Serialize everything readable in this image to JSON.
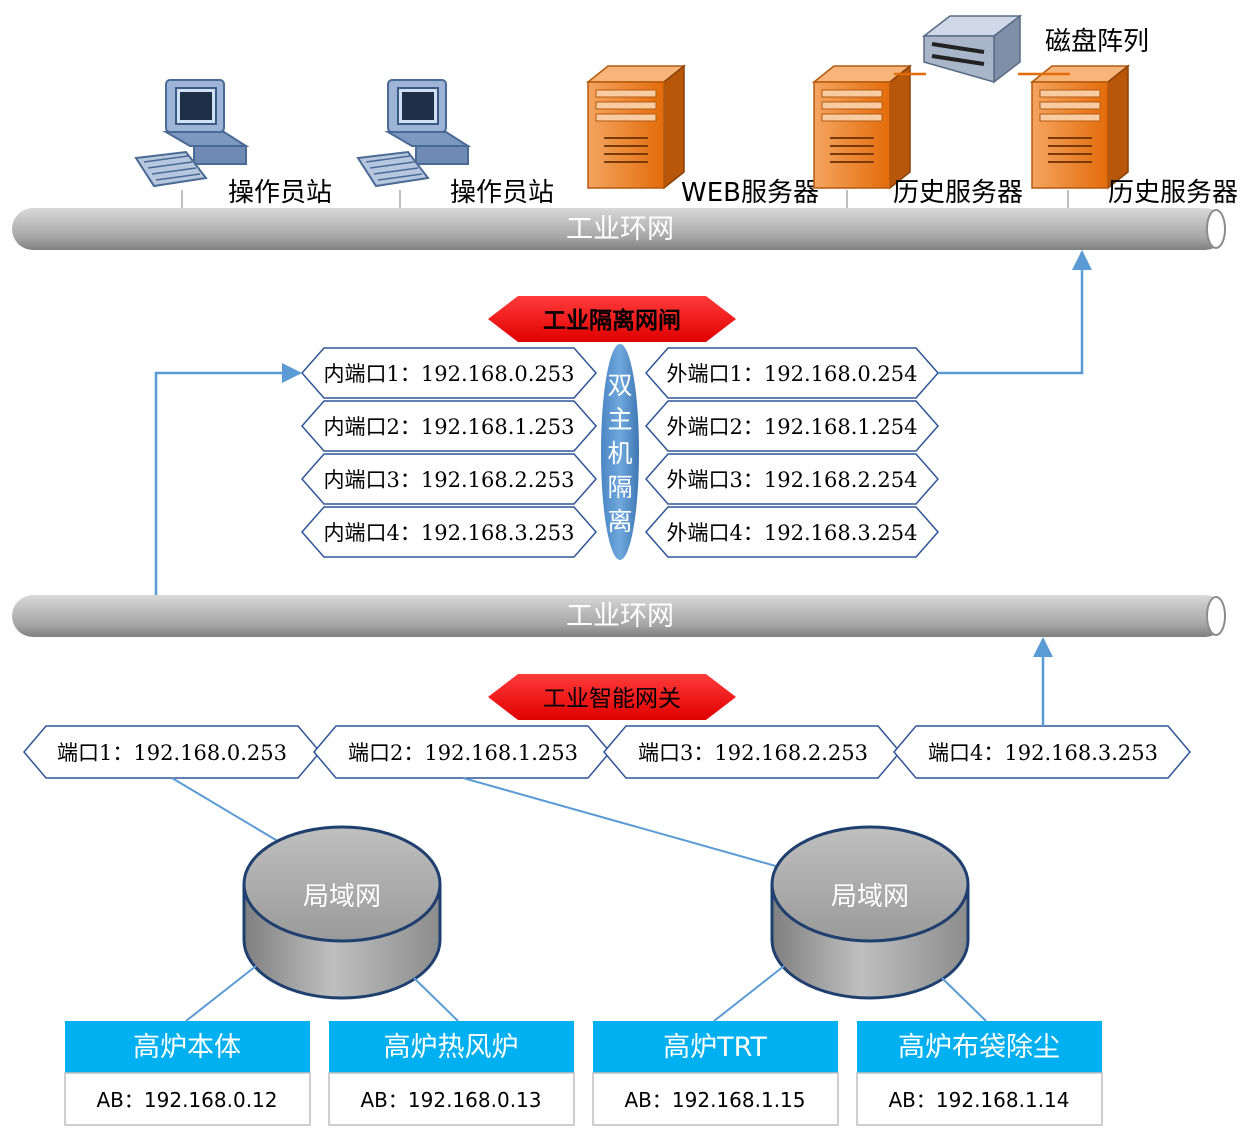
{
  "top_devices": {
    "station_1": "操作员站",
    "station_2": "操作员站",
    "web_server": "WEB服务器",
    "history_server_1": "历史服务器",
    "history_server_2": "历史服务器",
    "disk_array": "磁盘阵列"
  },
  "ring_top": "工业环网",
  "gateway_isolation": {
    "title": "工业隔离网闸",
    "dual_host": [
      "双",
      "主",
      "机",
      "隔",
      "离"
    ],
    "inner_ports": [
      "内端口1：192.168.0.253",
      "内端口2：192.168.1.253",
      "内端口3：192.168.2.253",
      "内端口4：192.168.3.253"
    ],
    "outer_ports": [
      "外端口1：192.168.0.254",
      "外端口2：192.168.1.254",
      "外端口3：192.168.2.254",
      "外端口4：192.168.3.254"
    ]
  },
  "ring_bottom": "工业环网",
  "smart_gateway": {
    "title": "工业智能网关",
    "ports": [
      "端口1：192.168.0.253",
      "端口2：192.168.1.253",
      "端口3：192.168.2.253",
      "端口4：192.168.3.253"
    ]
  },
  "lans": [
    "局域网",
    "局域网"
  ],
  "endpoints": [
    {
      "name": "高炉本体",
      "ip": "AB：192.168.0.12"
    },
    {
      "name": "高炉热风炉",
      "ip": "AB：192.168.0.13"
    },
    {
      "name": "高炉TRT",
      "ip": "AB：192.168.1.15"
    },
    {
      "name": "高炉布袋除尘",
      "ip": "AB：192.168.1.14"
    }
  ],
  "colors": {
    "ring_gray": "#a6a6a6",
    "arrow_blue": "#5b9bd5",
    "hex_border": "#2f5597",
    "banner_red": "#ff0000",
    "server_orange": "#e36c0a",
    "endpoint_header": "#00b0f0"
  },
  "icons": [
    "workstation-icon",
    "server-icon",
    "disk-array-icon"
  ]
}
